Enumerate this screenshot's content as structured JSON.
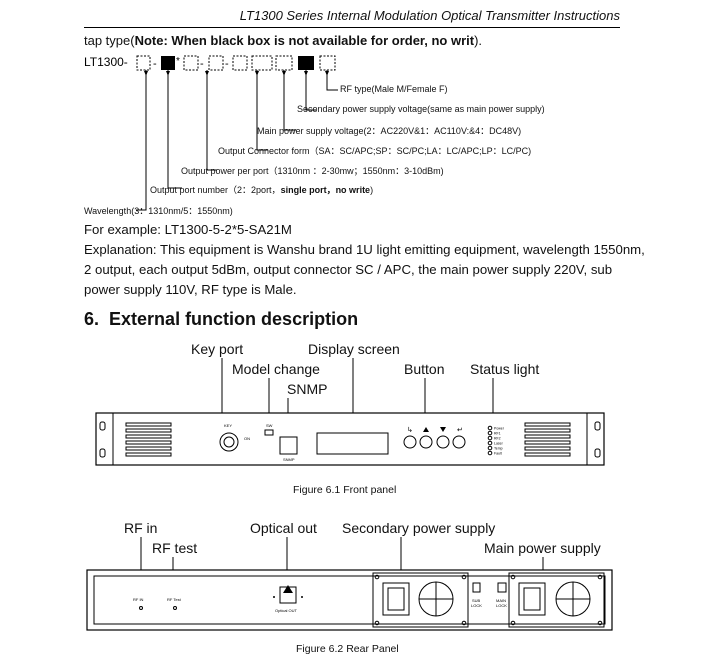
{
  "header": {
    "title": "LT1300 Series Internal Modulation Optical Transmitter Instructions"
  },
  "tap_type": {
    "prefix": "tap type(",
    "note": "Note: When black box is not available for order, no writ",
    "suffix": ")."
  },
  "model_code": {
    "prefix": "LT1300-",
    "sep1": "-",
    "star": "*",
    "sep2": "-",
    "sep3": "-"
  },
  "code_labels": {
    "rf_type": "RF type(Male M/Female F)",
    "secondary": "Secondary power supply voltage(same as main power supply)",
    "main": "Main power supply voltage(2：AC220V&1：AC110V:&4：DC48V)",
    "connector": "Output Connector form（SA：SC/APC;SP：SC/PC;LA：LC/APC;LP：LC/PC)",
    "power": "Output power per port（1310nm ：2-30mw；1550nm：3-10dBm)",
    "ports_pre": "Output port number（2：2port，",
    "ports_bold": "single port，no write",
    "ports_post": ")",
    "wavelength": "Wavelength(3：1310nm/5：1550nm)"
  },
  "example": "For example: LT1300-5-2*5-SA21M",
  "explanation": [
    "Explanation: This equipment is Wanshu brand 1U light emitting equipment, wavelength 1550nm,",
    "2 output, each output 5dBm, output connector SC / APC, the main power supply 220V, sub",
    "power supply 110V, RF type is Male."
  ],
  "section": {
    "number": "6.",
    "title": "External function description"
  },
  "front_labels": {
    "key_port": "Key port",
    "model_change": "Model change",
    "display_screen": "Display screen",
    "snmp": "SNMP",
    "button": "Button",
    "status_light": "Status light"
  },
  "front_panel_text": {
    "key": "KEY",
    "on": "ON",
    "sw": "SW",
    "snmp": "SNMP",
    "leds": [
      "Power",
      "RF1",
      "RF2",
      "Laser",
      "Temp",
      "Fault"
    ]
  },
  "front_caption": "Figure 6.1 Front panel",
  "rear_labels": {
    "rf_in": "RF in",
    "rf_test": "RF test",
    "optical_out": "Optical out",
    "secondary_ps": "Secondary power supply",
    "main_ps": "Main power supply"
  },
  "rear_panel_text": {
    "rf_in": "RF IN",
    "rf_test": "RF Test",
    "optical_out": "Optical OUT",
    "sub_lock": [
      "SUB",
      "LOCK"
    ],
    "main_lock": [
      "MAIN",
      "LOCK"
    ]
  },
  "rear_caption": "Figure 6.2 Rear Panel"
}
